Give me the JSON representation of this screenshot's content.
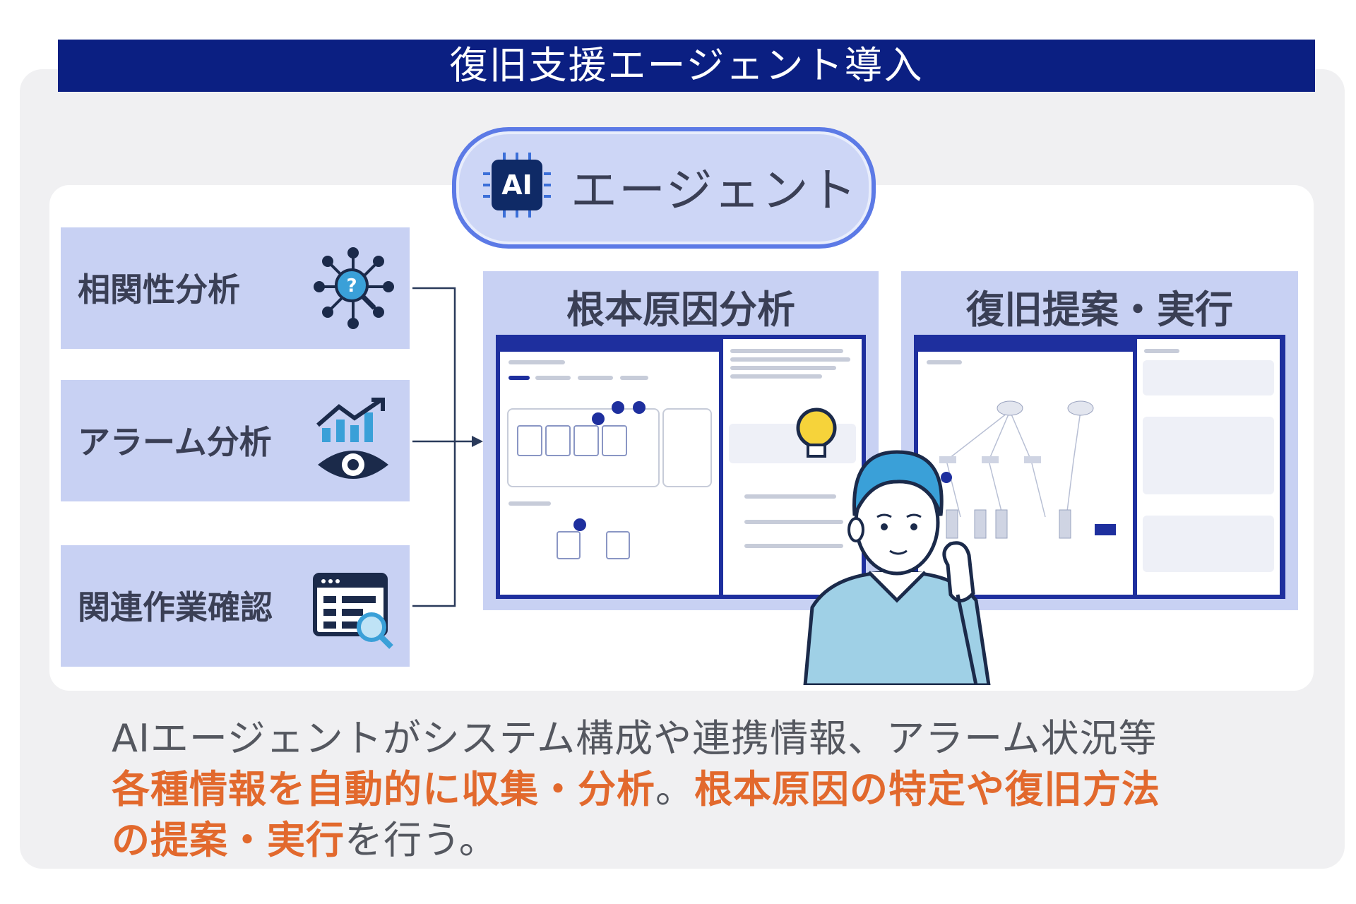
{
  "header": {
    "title": "復旧支援エージェント導入"
  },
  "agent": {
    "chip": "AI",
    "label": "エージェント"
  },
  "inputs": [
    {
      "label": "相関性分析",
      "icon": "network-search-icon"
    },
    {
      "label": "アラーム分析",
      "icon": "trend-eye-icon"
    },
    {
      "label": "関連作業確認",
      "icon": "document-search-icon"
    }
  ],
  "panels": [
    {
      "title": "根本原因分析"
    },
    {
      "title": "復旧提案・実行"
    }
  ],
  "description": {
    "line1": "AIエージェントがシステム構成や連携情報、アラーム状況等",
    "line2_a": "各種情報を自動的に収集・分析",
    "line2_b": "。",
    "line2_c": "根本原因の特定や復旧方法",
    "line3_a": "の提案・実行",
    "line3_b": "を行う。"
  },
  "colors": {
    "header": "#0b1f82",
    "card": "#c8d1f3",
    "accent": "#e2692d",
    "pill_border": "#5c7ae6"
  }
}
